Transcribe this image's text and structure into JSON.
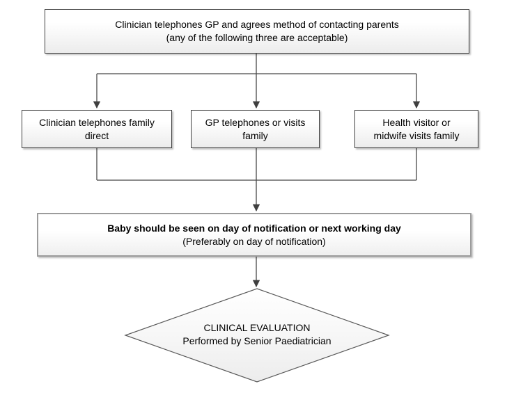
{
  "colors": {
    "background": "#ffffff",
    "box_border": "#3f3f3f",
    "emphasis_box_border": "#9c9c9c",
    "connector": "#474747",
    "text": "#000000",
    "box_fill_top": "#ffffff",
    "box_fill_bottom": "#ececec"
  },
  "flowchart": {
    "top_box": {
      "line1": "Clinician telephones GP and agrees method of contacting parents",
      "line2": "(any of the following three are acceptable)"
    },
    "options": [
      {
        "line1": "Clinician telephones family",
        "line2": "direct"
      },
      {
        "line1": "GP telephones or visits",
        "line2": "family"
      },
      {
        "line1": "Health visitor or",
        "line2": "midwife visits family"
      }
    ],
    "seen_box": {
      "line1": "Baby should be seen on day of notification or next working day",
      "line2": "(Preferably on day of notification)"
    },
    "evaluation_diamond": {
      "line1": "CLINICAL EVALUATION",
      "line2": "Performed by Senior Paediatrician"
    }
  }
}
